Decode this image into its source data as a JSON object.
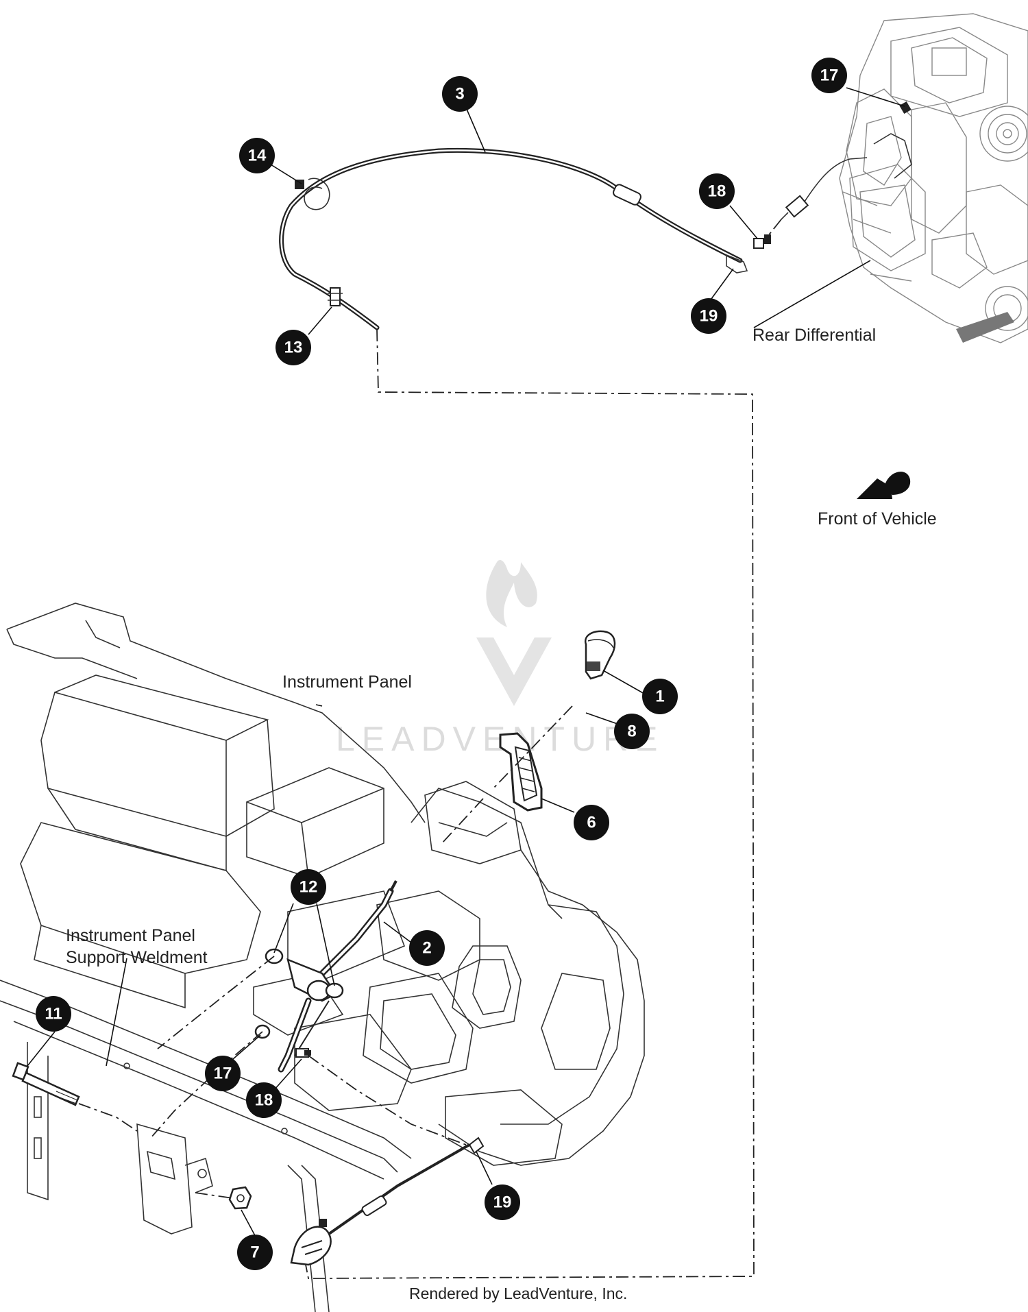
{
  "labels": {
    "rear_differential": "Rear Differential",
    "front_of_vehicle": "Front of Vehicle",
    "instrument_panel": "Instrument Panel",
    "support_weldment_line1": "Instrument Panel",
    "support_weldment_line2": "Support Weldment",
    "credit": "Rendered by LeadVenture, Inc.",
    "watermark": "LEADVENTURE"
  },
  "callouts": [
    {
      "id": "c3",
      "number": "3"
    },
    {
      "id": "c14",
      "number": "14"
    },
    {
      "id": "c17a",
      "number": "17"
    },
    {
      "id": "c18a",
      "number": "18"
    },
    {
      "id": "c19a",
      "number": "19"
    },
    {
      "id": "c13",
      "number": "13"
    },
    {
      "id": "c1",
      "number": "1"
    },
    {
      "id": "c8",
      "number": "8"
    },
    {
      "id": "c6",
      "number": "6"
    },
    {
      "id": "c12",
      "number": "12"
    },
    {
      "id": "c2",
      "number": "2"
    },
    {
      "id": "c11",
      "number": "11"
    },
    {
      "id": "c17b",
      "number": "17"
    },
    {
      "id": "c18b",
      "number": "18"
    },
    {
      "id": "c19b",
      "number": "19"
    },
    {
      "id": "c7",
      "number": "7"
    }
  ],
  "colors": {
    "callout_fill": "#111111",
    "line": "#333333",
    "watermark": "#dcdcdc"
  }
}
